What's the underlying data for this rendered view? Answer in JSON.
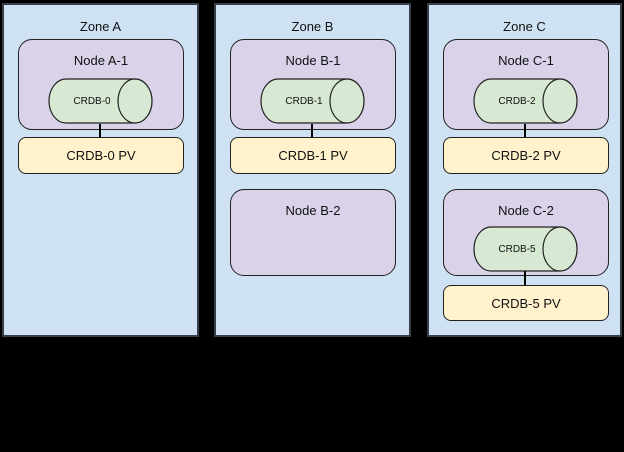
{
  "colors": {
    "canvas_bg": "#000000",
    "zone_fill": "#cfe2f3",
    "zone_border": "#37404a",
    "node_fill": "#d9d2e9",
    "db_fill": "#d7e9d2",
    "pv_fill": "#fff2cc",
    "shape_border": "#222222",
    "text_color": "#111111",
    "connector_color": "#000000"
  },
  "zones": [
    {
      "label": "Zone A",
      "nodes": [
        {
          "label": "Node A-1",
          "db": "CRDB-0",
          "pv": "CRDB-0 PV"
        }
      ]
    },
    {
      "label": "Zone B",
      "nodes": [
        {
          "label": "Node B-1",
          "db": "CRDB-1",
          "pv": "CRDB-1 PV"
        },
        {
          "label": "Node B-2"
        }
      ]
    },
    {
      "label": "Zone C",
      "nodes": [
        {
          "label": "Node C-1",
          "db": "CRDB-2",
          "pv": "CRDB-2 PV"
        },
        {
          "label": "Node C-2",
          "db": "CRDB-5",
          "pv": "CRDB-5 PV"
        }
      ]
    }
  ]
}
